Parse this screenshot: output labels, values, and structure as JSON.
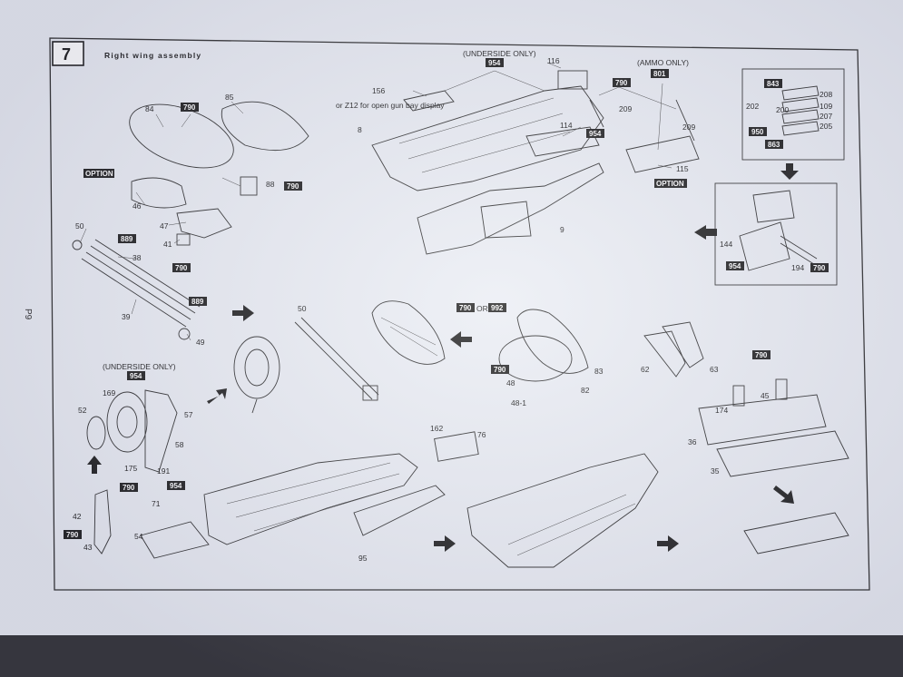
{
  "header": {
    "step_number": "7",
    "title": "Right wing assembly",
    "page_number": "P9"
  },
  "notes": {
    "underside_only_top": "(UNDERSIDE ONLY)",
    "underside_only_left": "(UNDERSIDE ONLY)",
    "ammo_only": "(AMMO ONLY)",
    "gun_bay_note": "or Z12 for open gun bay display",
    "or_word": "OR",
    "option_left": "OPTION",
    "option_right": "OPTION"
  },
  "paint_codes": {
    "c790": "790",
    "c954": "954",
    "c889": "889",
    "c801": "801",
    "c843": "843",
    "c950": "950",
    "c863": "863",
    "c992": "992"
  },
  "part_numbers": {
    "p84": "84",
    "p85": "85",
    "p88": "88",
    "p46": "46",
    "p47": "47",
    "p41": "41",
    "p50a": "50",
    "p38": "38",
    "p39": "39",
    "p49": "49",
    "p50b": "50",
    "p156": "156",
    "p8": "8",
    "p116": "116",
    "p209a": "209",
    "p209b": "209",
    "p114": "114",
    "p115": "115",
    "p9": "9",
    "p208": "208",
    "p202": "202",
    "p200": "200",
    "p109": "109",
    "p207": "207",
    "p205": "205",
    "p144": "144",
    "p194": "194",
    "p83": "83",
    "p82": "82",
    "p48": "48",
    "p48_1": "48-1",
    "p62": "62",
    "p63": "63",
    "p45": "45",
    "p174": "174",
    "p36": "36",
    "p35": "35",
    "p169": "169",
    "p52": "52",
    "p57": "57",
    "p58": "58",
    "p175": "175",
    "p191": "191",
    "p71": "71",
    "p42": "42",
    "p43": "43",
    "p54": "54",
    "p95": "95",
    "p162": "162",
    "p76": "76"
  }
}
